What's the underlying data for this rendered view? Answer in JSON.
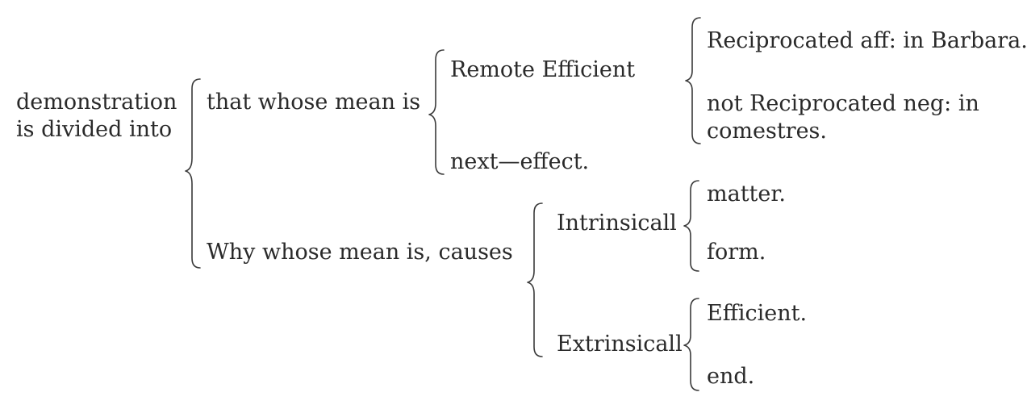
{
  "root": {
    "line1": "demonstration",
    "line2": "is divided into"
  },
  "branch_that": {
    "label": "that whose mean is",
    "remote": {
      "label": "Remote Efficient",
      "reciprocated": "Reciprocated aff: in Barbara.",
      "not_reciprocated_line1": "not Reciprocated neg: in",
      "not_reciprocated_line2": "comestres."
    },
    "next": "next—effect."
  },
  "branch_why": {
    "label": "Why whose mean is, causes",
    "intrinsical": {
      "label": "Intrinsicall",
      "items": [
        "matter.",
        "form."
      ]
    },
    "extrinsical": {
      "label": "Extrinsicall",
      "items": [
        "Efficient.",
        "end."
      ]
    }
  }
}
